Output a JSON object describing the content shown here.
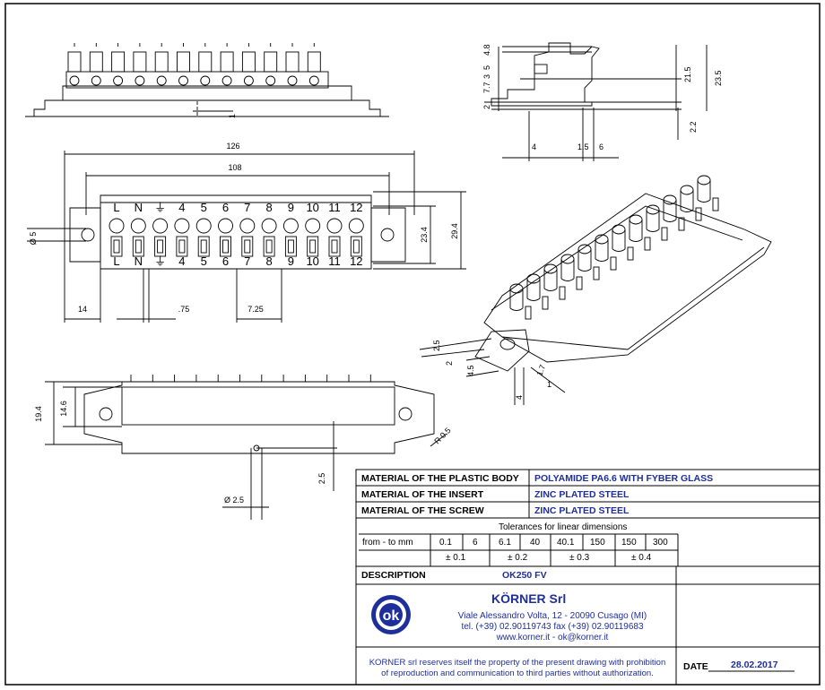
{
  "title_block": {
    "rows": [
      {
        "label": "MATERIAL OF THE PLASTIC BODY",
        "value": "POLYAMIDE PA6.6  WITH FYBER GLASS"
      },
      {
        "label": "MATERIAL OF THE INSERT",
        "value": "ZINC PLATED STEEL"
      },
      {
        "label": "MATERIAL OF THE SCREW",
        "value": "ZINC PLATED STEEL"
      }
    ],
    "tolerances_title": "Tolerances for linear dimensions",
    "from_to_label": "from - to   mm",
    "ranges": [
      "0.1",
      "6",
      "6.1",
      "40",
      "40.1",
      "150",
      "150",
      "300"
    ],
    "tolerances": [
      "± 0.1",
      "± 0.2",
      "± 0.3",
      "± 0.4"
    ],
    "description_label": "DESCRIPTION",
    "description_value": "OK250 FV",
    "company_name": "KÖRNER Srl",
    "address_line1": "Viale Alessandro Volta, 12 - 20090 Cusago (MI)",
    "address_line2": "tel. (+39) 02.90119743  fax (+39) 02.90119683",
    "address_line3": "www.korner.it  -  ok@korner.it",
    "disclaimer_line1": "KORNER srl reserves itself the property of the present drawing with prohibition",
    "disclaimer_line2": "of reproduction and communication to third parties without authorization.",
    "date_label": "DATE",
    "date_value": "28.02.2017",
    "logo_text": "ok"
  },
  "dimensions": {
    "overall_length": "126",
    "body_length": "108",
    "hole_diameter": "Ø 5",
    "height_outer": "29.4",
    "height_inner": "23.4",
    "left_offset": "14",
    "pitch_small": ".75",
    "pitch": "7.25",
    "bottom_height_outer": "19.4",
    "bottom_height_inner": "14.6",
    "bottom_radius": "R 0.5",
    "pin_offset": "2.5",
    "pin_diameter": "Ø  2.5",
    "side_48": "4.8",
    "side_5": "5",
    "side_3": "3",
    "side_77": "7.7",
    "side_2": "2",
    "side_215": "21.5",
    "side_235": "23.5",
    "side_22": "2.2",
    "side_4": "4",
    "side_15": "1.5",
    "side_6": "6",
    "elev_1": "1",
    "iso_25": "2.5",
    "iso_2": "2",
    "iso_45": "4.5",
    "iso_1": "1",
    "iso_17": "1.7",
    "iso_4": "4"
  },
  "terminal_labels": [
    "L",
    "N",
    "⏚",
    "4",
    "5",
    "6",
    "7",
    "8",
    "9",
    "10",
    "11",
    "12"
  ]
}
